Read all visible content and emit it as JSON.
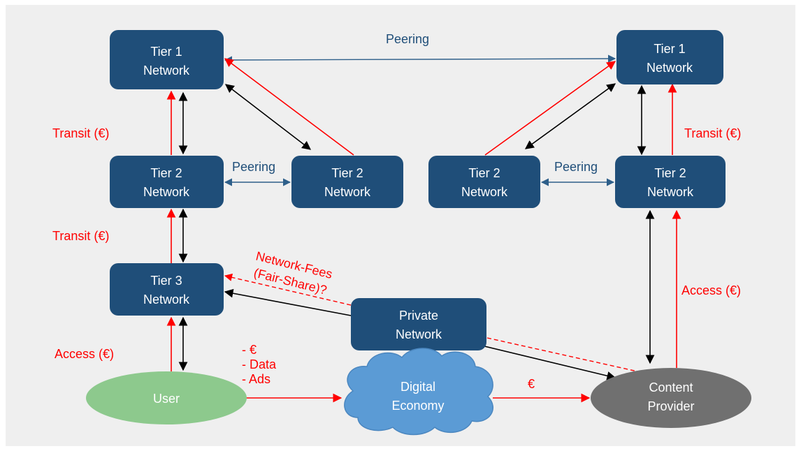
{
  "colors": {
    "background": "#efefef",
    "node": "#1f4e79",
    "user": "#8dc98d",
    "cloud": "#5b9bd5",
    "content_provider": "#707070",
    "money_flow": "#ff0000",
    "traffic_flow": "#000000",
    "peering": "#2e5f8a"
  },
  "nodes": {
    "tier1_left": {
      "line1": "Tier 1",
      "line2": "Network"
    },
    "tier1_right": {
      "line1": "Tier 1",
      "line2": "Network"
    },
    "tier2_a": {
      "line1": "Tier 2",
      "line2": "Network"
    },
    "tier2_b": {
      "line1": "Tier 2",
      "line2": "Network"
    },
    "tier2_c": {
      "line1": "Tier 2",
      "line2": "Network"
    },
    "tier2_d": {
      "line1": "Tier 2",
      "line2": "Network"
    },
    "tier3": {
      "line1": "Tier 3",
      "line2": "Network"
    },
    "private": {
      "line1": "Private",
      "line2": "Network"
    },
    "user": {
      "label": "User"
    },
    "digital_economy": {
      "line1": "Digital",
      "line2": "Economy"
    },
    "content_provider": {
      "line1": "Content",
      "line2": "Provider"
    }
  },
  "labels": {
    "peering_top": "Peering",
    "peering_left": "Peering",
    "peering_right": "Peering",
    "transit_left_upper": "Transit (€)",
    "transit_left_lower": "Transit (€)",
    "transit_right": "Transit (€)",
    "access_user": "Access (€)",
    "access_provider": "Access (€)",
    "network_fees_line1": "Network-Fees",
    "network_fees_line2": "(Fair-Share)?",
    "user_flow_1": "-  €",
    "user_flow_2": "-  Data",
    "user_flow_3": "-  Ads",
    "economy_flow": "€"
  }
}
